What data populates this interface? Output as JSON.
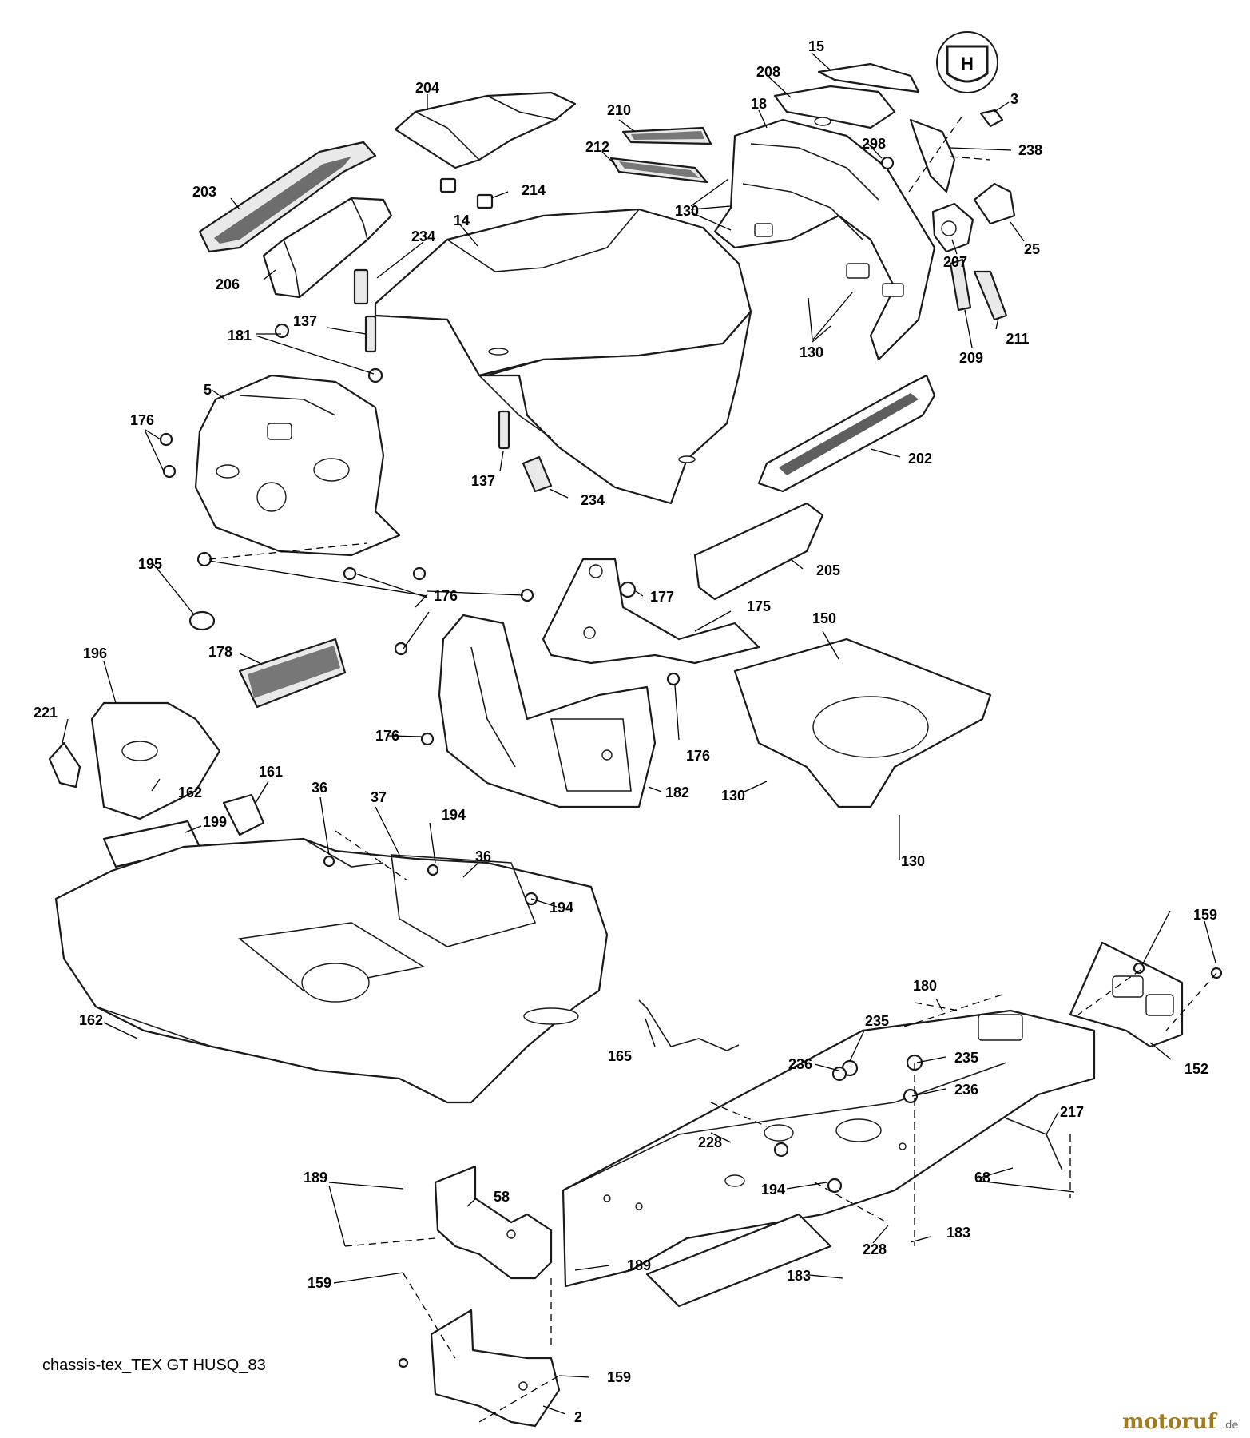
{
  "diagram": {
    "caption": "chassis-tex_TEX GT HUSQ_83",
    "brand": {
      "name": "motoruf",
      "tld": ".de"
    },
    "badge_letter": "H",
    "callouts": [
      {
        "id": "c15",
        "text": "15"
      },
      {
        "id": "c208",
        "text": "208"
      },
      {
        "id": "c3",
        "text": "3"
      },
      {
        "id": "c204",
        "text": "204"
      },
      {
        "id": "c210",
        "text": "210"
      },
      {
        "id": "c18",
        "text": "18"
      },
      {
        "id": "c238",
        "text": "238"
      },
      {
        "id": "c298",
        "text": "298"
      },
      {
        "id": "c212",
        "text": "212"
      },
      {
        "id": "c203",
        "text": "203"
      },
      {
        "id": "c214",
        "text": "214"
      },
      {
        "id": "c130a",
        "text": "130"
      },
      {
        "id": "c14",
        "text": "14"
      },
      {
        "id": "c25",
        "text": "25"
      },
      {
        "id": "c234a",
        "text": "234"
      },
      {
        "id": "c207",
        "text": "207"
      },
      {
        "id": "c206",
        "text": "206"
      },
      {
        "id": "c137a",
        "text": "137"
      },
      {
        "id": "c181",
        "text": "181"
      },
      {
        "id": "c130b",
        "text": "130"
      },
      {
        "id": "c209",
        "text": "209"
      },
      {
        "id": "c211",
        "text": "211"
      },
      {
        "id": "c5",
        "text": "5"
      },
      {
        "id": "c176a",
        "text": "176"
      },
      {
        "id": "c202",
        "text": "202"
      },
      {
        "id": "c137b",
        "text": "137"
      },
      {
        "id": "c234b",
        "text": "234"
      },
      {
        "id": "c195",
        "text": "195"
      },
      {
        "id": "c205",
        "text": "205"
      },
      {
        "id": "c176b",
        "text": "176"
      },
      {
        "id": "c177",
        "text": "177"
      },
      {
        "id": "c175",
        "text": "175"
      },
      {
        "id": "c150",
        "text": "150"
      },
      {
        "id": "c196",
        "text": "196"
      },
      {
        "id": "c178",
        "text": "178"
      },
      {
        "id": "c221",
        "text": "221"
      },
      {
        "id": "c176c",
        "text": "176"
      },
      {
        "id": "c176d",
        "text": "176"
      },
      {
        "id": "c162a",
        "text": "162"
      },
      {
        "id": "c161",
        "text": "161"
      },
      {
        "id": "c182",
        "text": "182"
      },
      {
        "id": "c130c",
        "text": "130"
      },
      {
        "id": "c36a",
        "text": "36"
      },
      {
        "id": "c37",
        "text": "37"
      },
      {
        "id": "c194a",
        "text": "194"
      },
      {
        "id": "c199",
        "text": "199"
      },
      {
        "id": "c130d",
        "text": "130"
      },
      {
        "id": "c36b",
        "text": "36"
      },
      {
        "id": "c194b",
        "text": "194"
      },
      {
        "id": "c159a",
        "text": "159"
      },
      {
        "id": "c180",
        "text": "180"
      },
      {
        "id": "c162b",
        "text": "162"
      },
      {
        "id": "c235a",
        "text": "235"
      },
      {
        "id": "c165",
        "text": "165"
      },
      {
        "id": "c236a",
        "text": "236"
      },
      {
        "id": "c235b",
        "text": "235"
      },
      {
        "id": "c152",
        "text": "152"
      },
      {
        "id": "c236b",
        "text": "236"
      },
      {
        "id": "c217",
        "text": "217"
      },
      {
        "id": "c228a",
        "text": "228"
      },
      {
        "id": "c68",
        "text": "68"
      },
      {
        "id": "c189a",
        "text": "189"
      },
      {
        "id": "c58",
        "text": "58"
      },
      {
        "id": "c194c",
        "text": "194"
      },
      {
        "id": "c183a",
        "text": "183"
      },
      {
        "id": "c228b",
        "text": "228"
      },
      {
        "id": "c159b",
        "text": "159"
      },
      {
        "id": "c189b",
        "text": "189"
      },
      {
        "id": "c183b",
        "text": "183"
      },
      {
        "id": "c159c",
        "text": "159"
      },
      {
        "id": "c2",
        "text": "2"
      }
    ]
  }
}
